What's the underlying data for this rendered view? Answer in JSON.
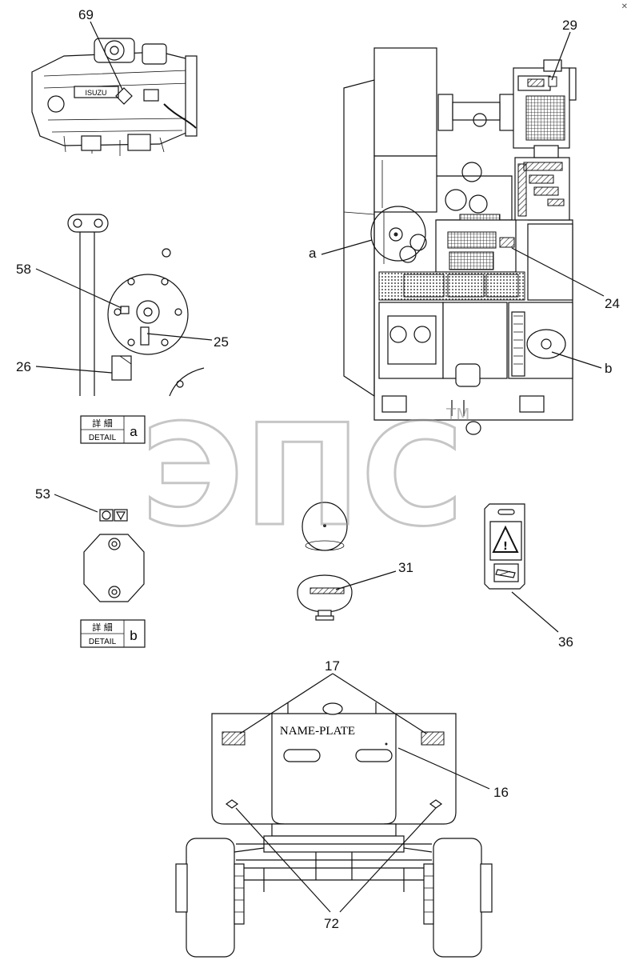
{
  "callouts": {
    "c69": "69",
    "c29": "29",
    "c58": "58",
    "c25": "25",
    "c26": "26",
    "c24": "24",
    "ca": "a",
    "cb": "b",
    "c53": "53",
    "c31": "31",
    "c36": "36",
    "c17": "17",
    "c16": "16",
    "c72": "72"
  },
  "detail_a": {
    "kanji": "詳 細",
    "label": "DETAIL",
    "letter": "a"
  },
  "detail_b": {
    "kanji": "詳 細",
    "label": "DETAIL",
    "letter": "b"
  },
  "nameplate": "NAME-PLATE",
  "engine_brand": "ISUZU",
  "watermark": {
    "mark": "ЭПС",
    "tm": "TM"
  },
  "corner_glyph": "✕",
  "colors": {
    "line": "#111111",
    "watermark": "#bbbbbb",
    "background": "#ffffff"
  }
}
